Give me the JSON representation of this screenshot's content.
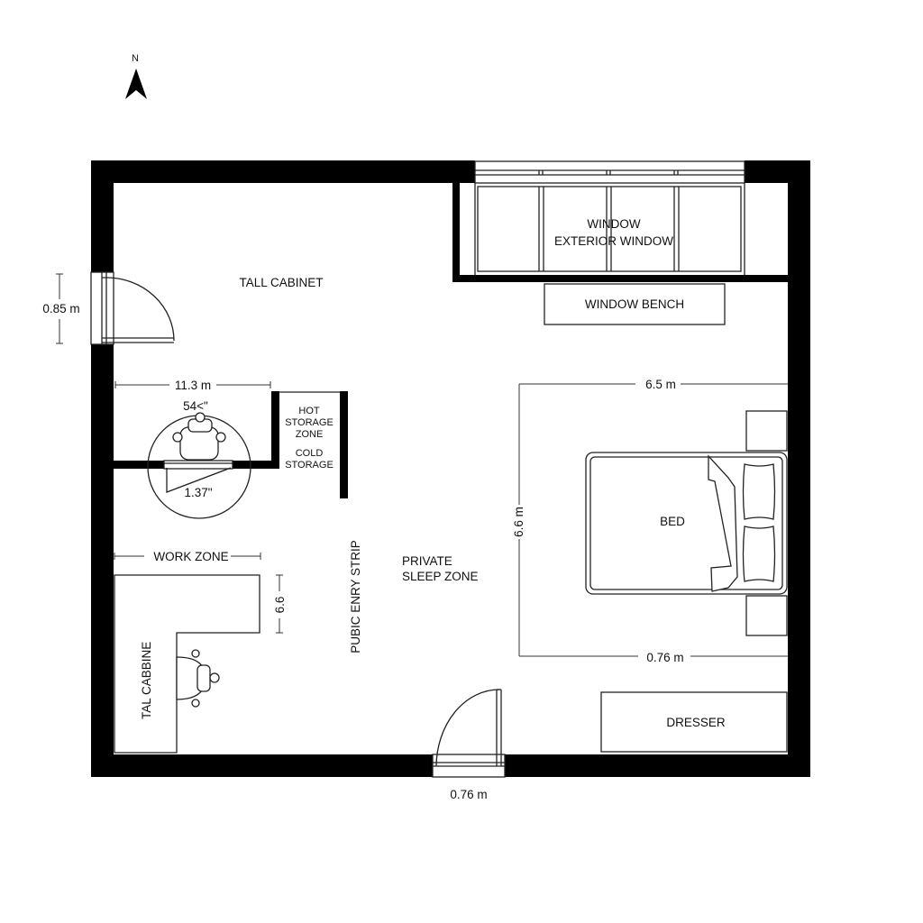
{
  "north": {
    "label": "N",
    "icon": "north-arrow-icon"
  },
  "rooms": {
    "tall_cabinet_top": "TALL CABINET",
    "window": "WINDOW",
    "exterior_window": "EXTERIOR WINDOW",
    "window_bench": "WINDOW BENCH",
    "hot_storage": [
      "HOT",
      "STORAGE",
      "ZONE"
    ],
    "cold_storage": [
      "COLD",
      "STORAGE"
    ],
    "work_zone": "WORK ZONE",
    "tall_cabinet_side": "TAL CABBINE",
    "entry_strip": "PUBIC ENRY STRIP",
    "sleep_zone": [
      "PRIVATE",
      "SLEEP ZONE"
    ],
    "bed": "BED",
    "dresser": "DRESSER"
  },
  "dimensions": {
    "left_door": "0.85 m",
    "closet_width": "11.3 m",
    "chair_clearance": "54<\"",
    "door_swing": "1.37\"",
    "desk_depth": "6.6",
    "bed_zone_top": "6.5 m",
    "bed_zone_height": "6.6 m",
    "bed_zone_bottom": "0.76 m",
    "entry_door": "0.76 m"
  }
}
